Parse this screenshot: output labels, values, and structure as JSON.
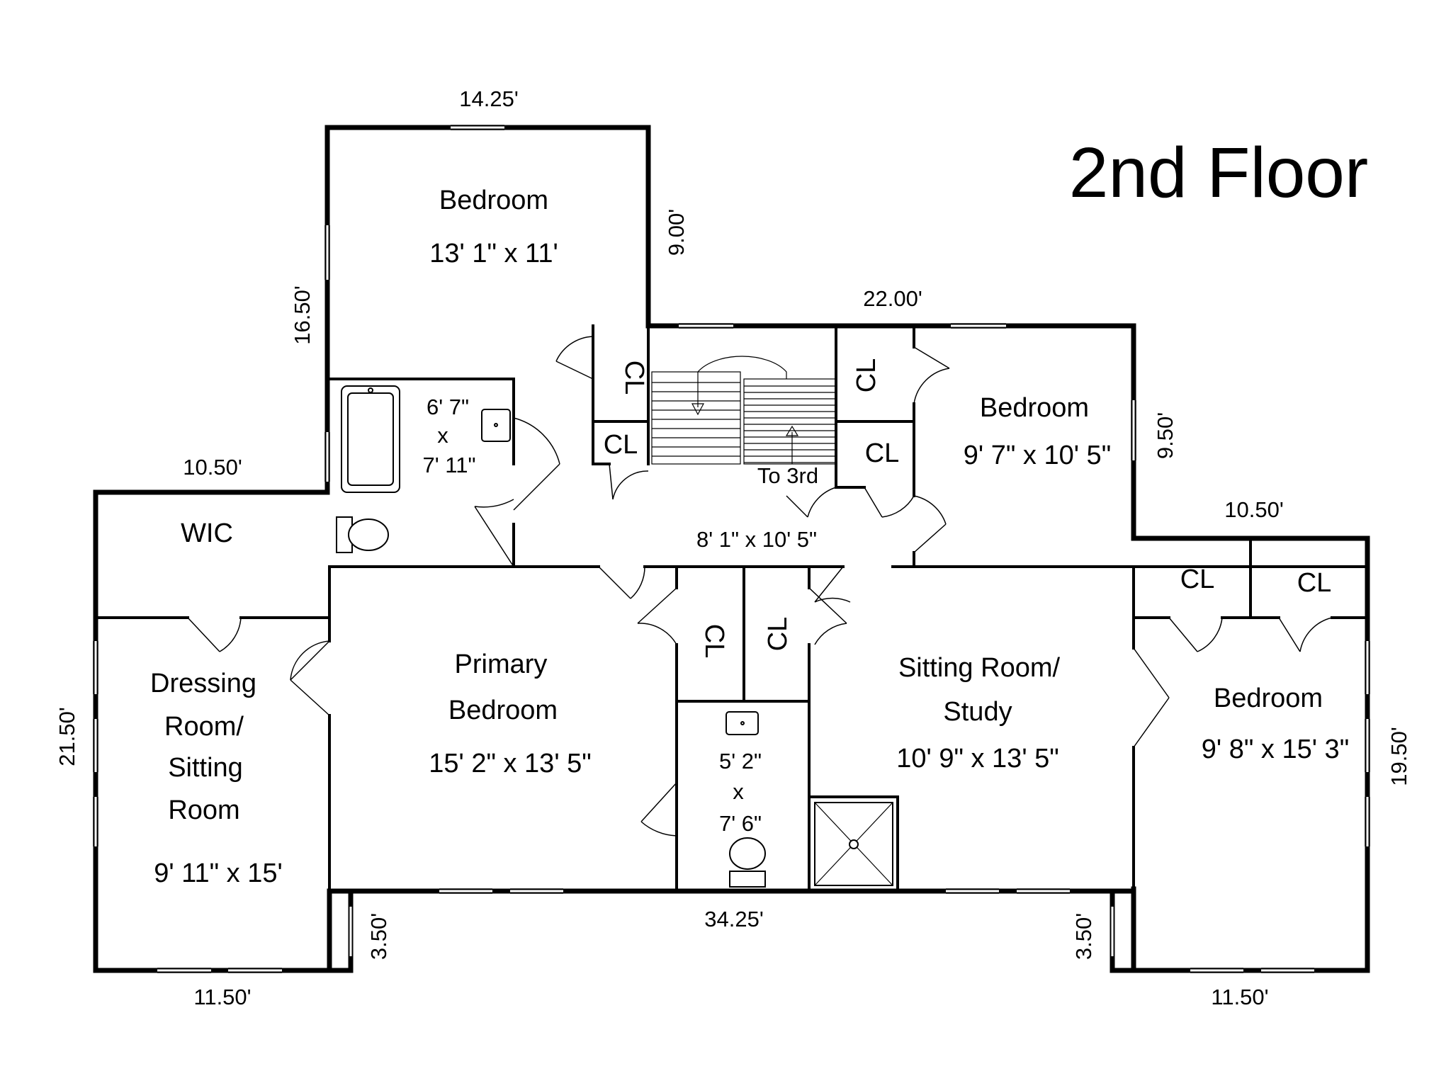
{
  "title": "2nd Floor",
  "rooms": {
    "bedroom_top": {
      "name": "Bedroom",
      "size": "13' 1\" x 11'"
    },
    "bath_upper": {
      "size_w": "6' 7\"",
      "x": "x",
      "size_h": "7' 11\""
    },
    "closet_a": "CL",
    "closet_b": "CL",
    "closet_c": "CL",
    "closet_d": "CL",
    "stairs_label": "To 3rd",
    "hall": {
      "size": "8' 1\" x 10' 5\""
    },
    "bedroom_right_upper": {
      "name": "Bedroom",
      "size": "9' 7\" x 10' 5\""
    },
    "wic": "WIC",
    "dressing": {
      "line1": "Dressing",
      "line2": "Room/",
      "line3": "Sitting",
      "line4": "Room",
      "size": "9' 11\" x 15'"
    },
    "primary": {
      "line1": "Primary",
      "line2": "Bedroom",
      "size": "15' 2\" x 13' 5\""
    },
    "closet_e": "CL",
    "closet_f": "CL",
    "bath_lower": {
      "size_w": "5' 2\"",
      "x": "x",
      "size_h": "7' 6\""
    },
    "sitting": {
      "line1": "Sitting Room/",
      "line2": "Study",
      "size": "10' 9\" x 13' 5\""
    },
    "closet_g": "CL",
    "closet_h": "CL",
    "bedroom_right_lower": {
      "name": "Bedroom",
      "size": "9' 8\" x 15' 3\""
    }
  },
  "dimensions": {
    "top_bedroom_width": "14.25'",
    "top_bedroom_right": "9.00'",
    "top_bedroom_left": "16.50'",
    "upper_right_top": "22.00'",
    "upper_right_side": "9.50'",
    "wic_top": "10.50'",
    "right_wing_top": "10.50'",
    "left_wing_side": "21.50'",
    "right_wing_side": "19.50'",
    "bottom_main": "34.25'",
    "bottom_left_notch": "3.50'",
    "bottom_right_notch": "3.50'",
    "left_wing_bottom": "11.50'",
    "right_wing_bottom": "11.50'"
  }
}
